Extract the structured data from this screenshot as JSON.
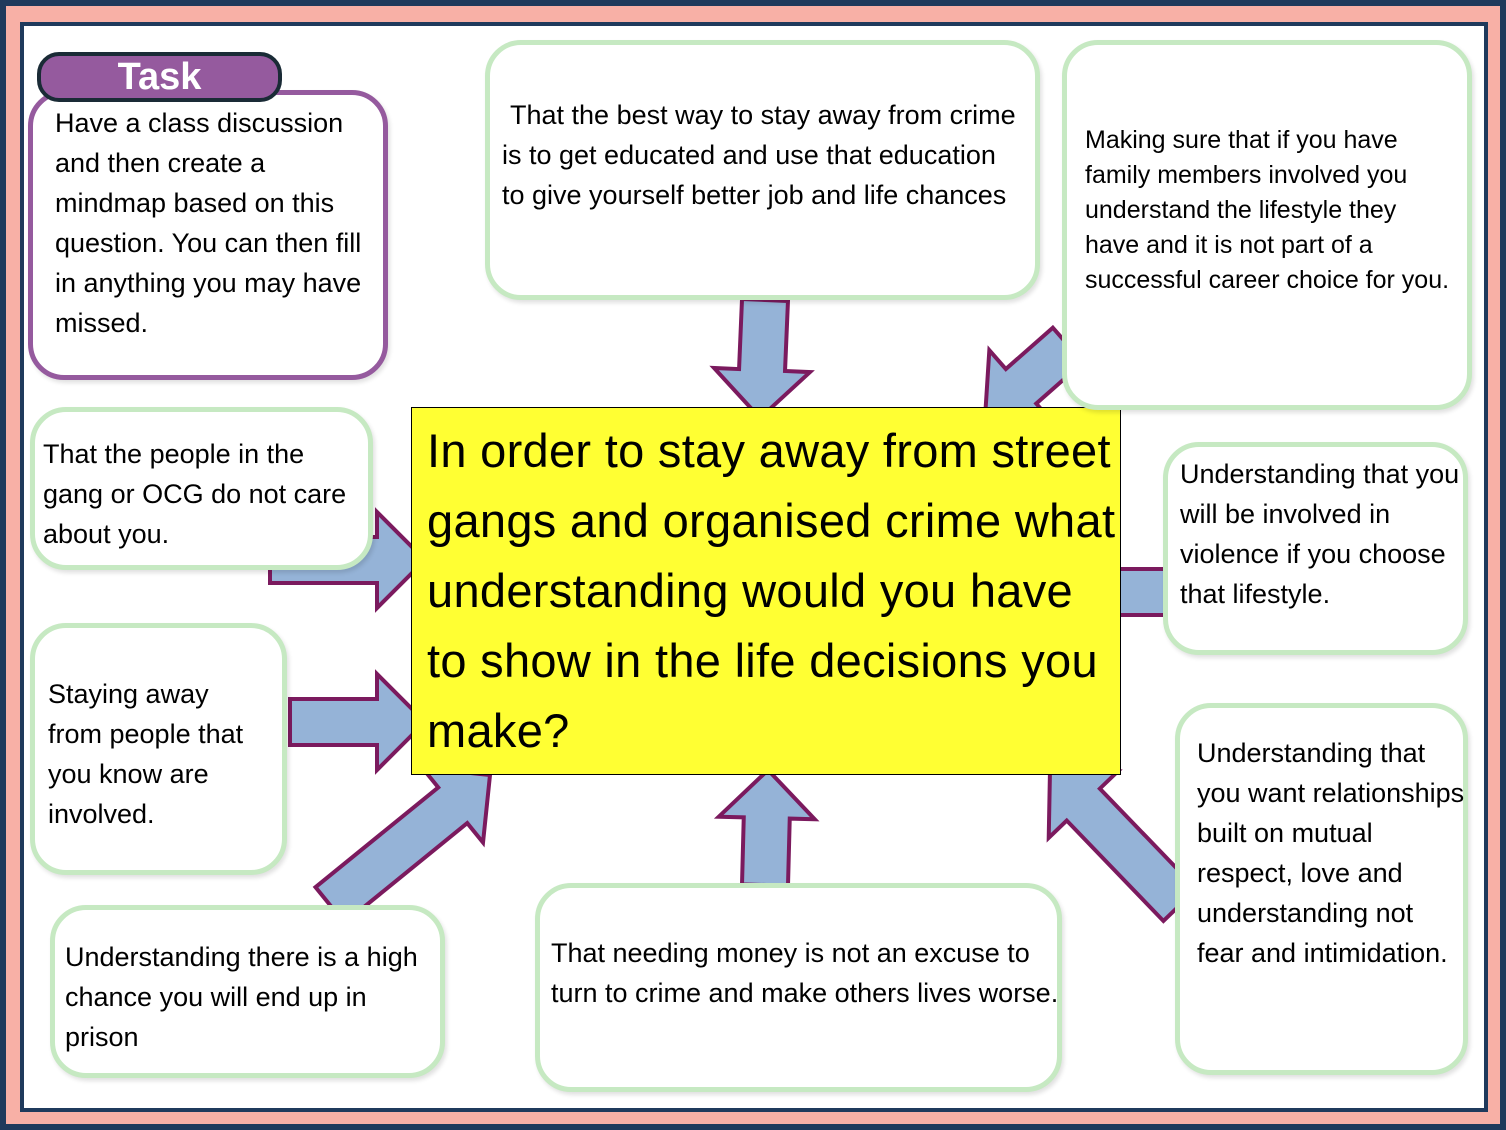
{
  "task": {
    "label": "Task",
    "text": "Have a class discussion and then create a mindmap based on this question. You can then fill in anything you may have missed."
  },
  "question": "In order to stay away from street gangs and organised crime what understanding would you have to show in the life decisions you make?",
  "answers": {
    "education": "That the best way to stay away from crime is to get educated and use that education to give yourself better job and life chances",
    "family": "Making sure that if you have family members involved you understand the lifestyle they have and it is not part of a successful career choice for you.",
    "dont_care": "That the people in the gang or OCG do not care about you.",
    "violence": "Understanding that you will be involved in violence if you choose that lifestyle.",
    "stay_away": "Staying away from people that you know are involved.",
    "relationships": "Understanding that you want relationships built on mutual respect, love and understanding not fear and intimidation.",
    "prison": "Understanding there is a high chance you will end up in prison",
    "money": "That needing money is not an excuse to turn to crime and make others lives worse."
  },
  "colors": {
    "arrow_fill": "#95b3d7",
    "arrow_stroke": "#7b1a5e",
    "box_border": "#c6e9c2",
    "task": "#955a9e",
    "center": "#ffff33"
  }
}
